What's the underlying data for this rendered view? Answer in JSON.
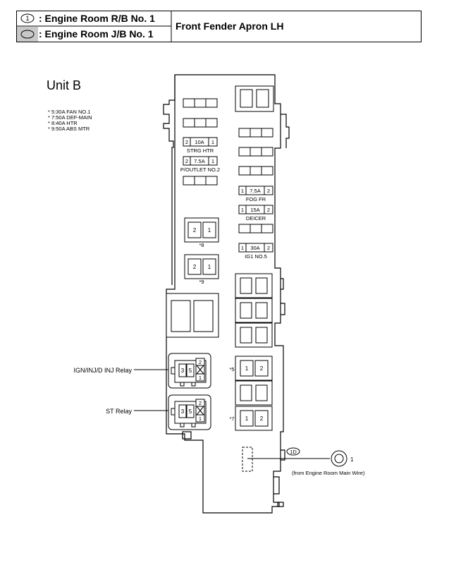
{
  "header": {
    "row1_symbol": "1",
    "row1_label": ": Engine Room R/B No. 1",
    "row2_label": ": Engine Room J/B No. 1",
    "location": "Front Fender Apron LH"
  },
  "unit_title": "Unit B",
  "notes": [
    "* 5:30A FAN NO.1",
    "* 7:50A DEF-MAIN",
    "* 8:40A HTR",
    "* 9:50A ABS MTR"
  ],
  "fuses": [
    {
      "left": "2",
      "rating": "10A",
      "right": "1",
      "name": "STRG HTR"
    },
    {
      "left": "2",
      "rating": "7.5A",
      "right": "1",
      "name": "P/OUTLET NO.2"
    },
    {
      "left": "1",
      "rating": "7.5A",
      "right": "2",
      "name": "FOG FR"
    },
    {
      "left": "1",
      "rating": "15A",
      "right": "2",
      "name": "DEICER"
    },
    {
      "left": "1",
      "rating": "30A",
      "right": "2",
      "name": "IG1 NO.5"
    }
  ],
  "cartridges": [
    {
      "pin_a": "2",
      "pin_b": "1",
      "label": "*8"
    },
    {
      "pin_a": "2",
      "pin_b": "1",
      "label": "*9"
    },
    {
      "pin_a": "1",
      "pin_b": "2",
      "label": "*5"
    },
    {
      "pin_a": "1",
      "pin_b": "2",
      "label": "*7"
    }
  ],
  "relays": [
    {
      "name": "IGN/INJ/D INJ Relay",
      "pins": [
        "3",
        "5",
        "2",
        "1"
      ]
    },
    {
      "name": "ST Relay",
      "pins": [
        "3",
        "5",
        "2",
        "1"
      ]
    }
  ],
  "connector": {
    "code": "1D",
    "terminal": "1",
    "note": "(from Engine Room Main Wire)"
  }
}
